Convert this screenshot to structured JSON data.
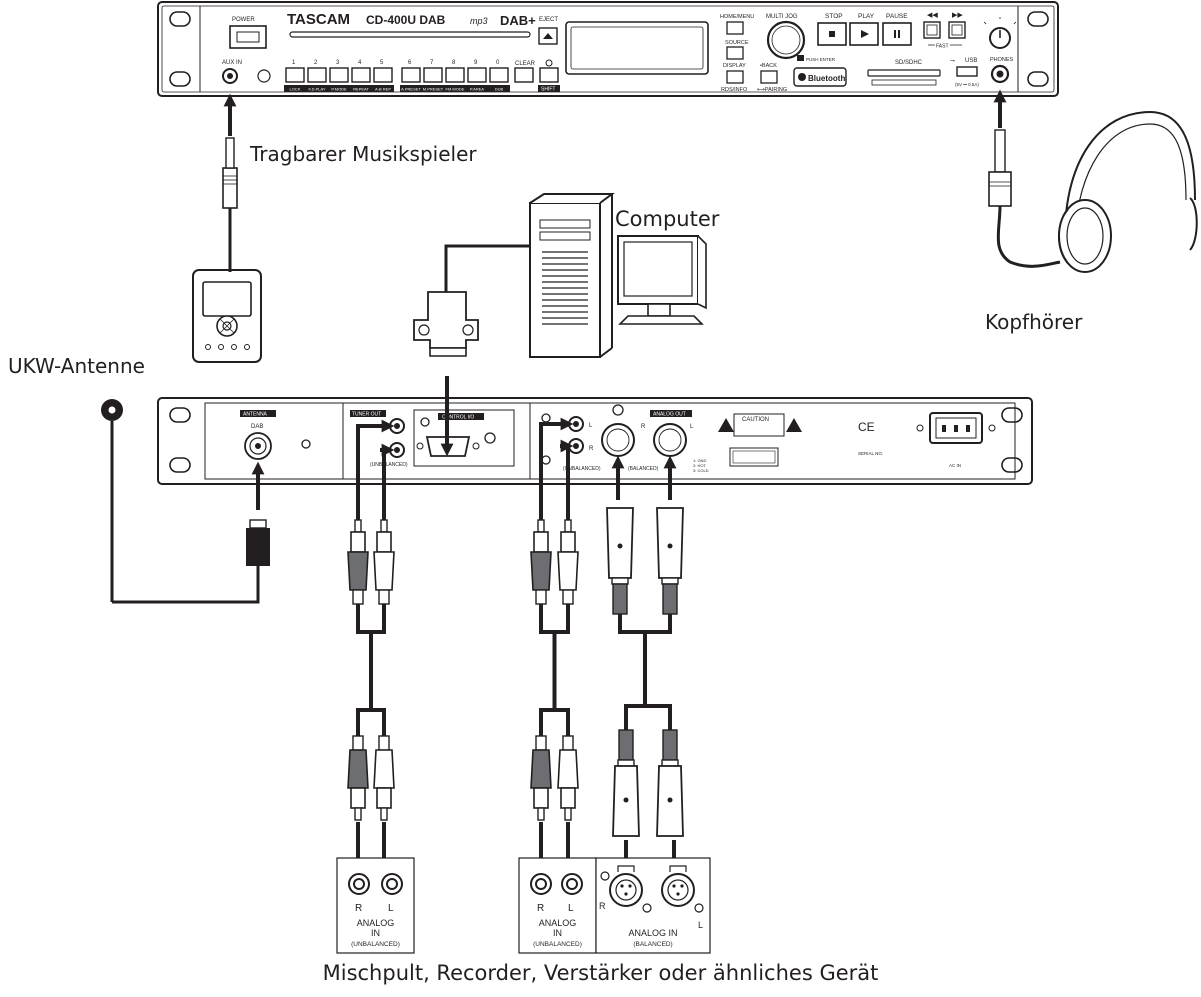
{
  "captions": {
    "portable_player": "Tragbarer Musikspieler",
    "computer": "Computer",
    "headphones": "Kopfhörer",
    "antenna": "UKW-Antenne",
    "bottom": "Mischpult, Recorder, Verstärker oder ähnliches Gerät"
  },
  "front_panel": {
    "brand": "TASCAM",
    "model": "CD-400U DAB",
    "power": "POWER",
    "aux_in": "AUX IN",
    "eject": "EJECT",
    "clear": "CLEAR",
    "shift": "SHIFT",
    "home_menu": "HOME/MENU",
    "source": "SOURCE",
    "display": "DISPLAY",
    "rds_info": "RDS/INFO",
    "back": "•BACK",
    "pairing": "⟷PAIRING",
    "multi_jog": "MULTI JOG",
    "push_enter": "PUSH ENTER",
    "bluetooth": "Bluetooth",
    "sd_sdhc": "SD/SDHC",
    "usb": "USB",
    "usb_spec": "(5V ⎓ 0.5A)",
    "stop": "STOP",
    "play": "PLAY",
    "pause": "PAUSE",
    "fast": "FAST",
    "phones": "PHONES",
    "num_keys": [
      "1",
      "2",
      "3",
      "4",
      "5",
      "6",
      "7",
      "8",
      "9",
      "0"
    ],
    "fn_labels": [
      "LOCK",
      "F.D.PLAY",
      "P.MODE",
      "REPEAT",
      "A-B REP",
      "A.PRESET",
      "M.PRESET",
      "FM MODE",
      "P.AREA",
      "DUB"
    ]
  },
  "rear_panel": {
    "antenna": "ANTENNA",
    "dab": "DAB",
    "tuner_out": "TUNER OUT",
    "control_io": "CONTROL I/O",
    "unbalanced": "(UNBALANCED)",
    "balanced": "(BALANCED)",
    "analog_out": "ANALOG OUT",
    "caution": "CAUTION",
    "serial_no": "SERIAL NO.",
    "ac_in": "AC IN",
    "l": "L",
    "r": "R"
  },
  "inputs": {
    "left_box": {
      "r": "R",
      "l": "L",
      "line1": "ANALOG",
      "line2": "IN",
      "line3": "(UNBALANCED)"
    },
    "middle_box": {
      "r": "R",
      "l": "L",
      "line1": "ANALOG",
      "line2": "IN",
      "line3": "(UNBALANCED)"
    },
    "right_box": {
      "r": "R",
      "l": "L",
      "line1": "ANALOG IN",
      "line2": "(BALANCED)"
    }
  }
}
